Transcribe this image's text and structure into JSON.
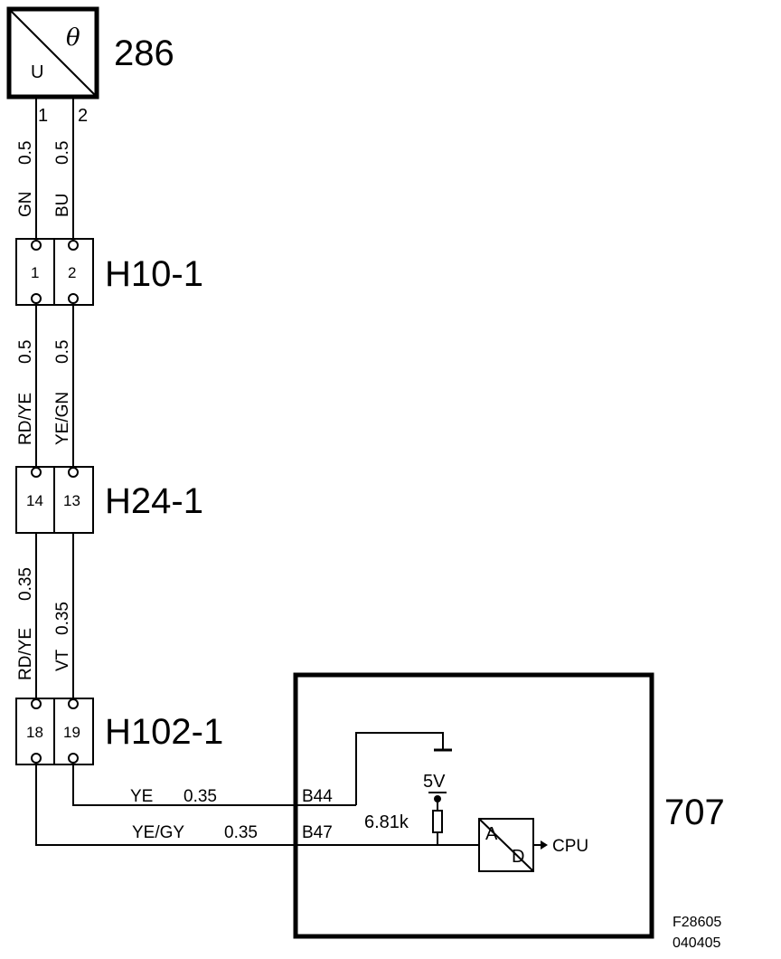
{
  "sensor": {
    "id": "286",
    "symbol_u": "U",
    "symbol_theta": "θ",
    "pins": [
      "1",
      "2"
    ]
  },
  "wires_sensor_to_h10": [
    {
      "color": "GN",
      "size": "0.5"
    },
    {
      "color": "BU",
      "size": "0.5"
    }
  ],
  "connector_h10": {
    "id": "H10-1",
    "pins": [
      "1",
      "2"
    ]
  },
  "wires_h10_to_h24": [
    {
      "color": "RD/YE",
      "size": "0.5"
    },
    {
      "color": "YE/GN",
      "size": "0.5"
    }
  ],
  "connector_h24": {
    "id": "H24-1",
    "pins": [
      "14",
      "13"
    ]
  },
  "wires_h24_to_h102": [
    {
      "color": "RD/YE",
      "size": "0.35"
    },
    {
      "color": "VT",
      "size": "0.35"
    }
  ],
  "connector_h102": {
    "id": "H102-1",
    "pins": [
      "18",
      "19"
    ]
  },
  "wires_h102_to_ecu": [
    {
      "color": "YE",
      "size": "0.35",
      "terminal": "B44"
    },
    {
      "color": "YE/GY",
      "size": "0.35",
      "terminal": "B47"
    }
  ],
  "ecu": {
    "id": "707",
    "supply": "5V",
    "resistor": "6.81k",
    "adc_a": "A",
    "adc_d": "D",
    "output": "CPU"
  },
  "figure_ref": {
    "code": "F28605",
    "date": "040405"
  }
}
